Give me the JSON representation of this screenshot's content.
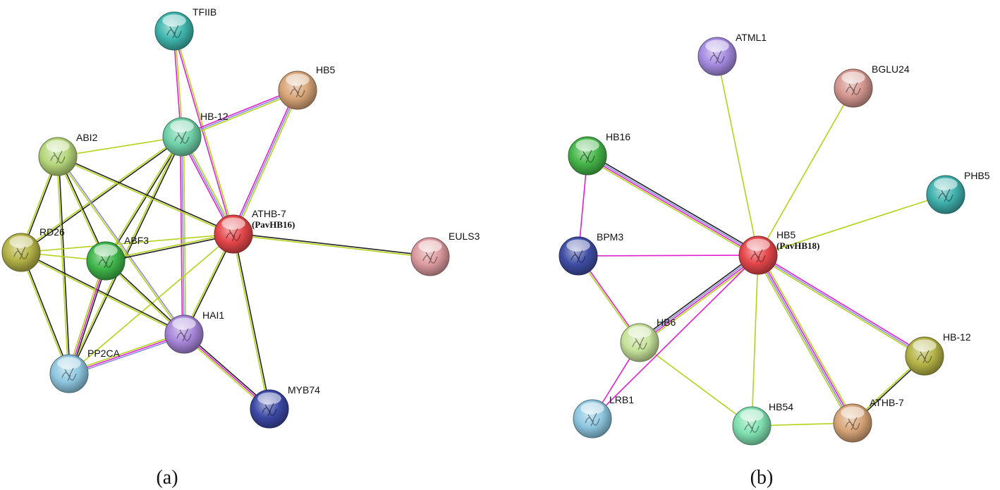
{
  "colors": {
    "coexpression": "#222222",
    "textmining": "#b5d21a",
    "experiments": "#e020d0",
    "database": "#8a8adf"
  },
  "panels": [
    {
      "id": "a",
      "label": "(a)",
      "nodes": [
        {
          "id": "TFIIB",
          "label": "TFIIB",
          "color": "#3fb5ad"
        },
        {
          "id": "HB5",
          "label": "HB5",
          "color": "#d7a477"
        },
        {
          "id": "HB12",
          "label": "HB-12",
          "color": "#6fd0a8"
        },
        {
          "id": "ABI2",
          "label": "ABI2",
          "color": "#b6d67a"
        },
        {
          "id": "ATHB7",
          "label": "ATHB-7",
          "sublabel": "(PavHB16)",
          "color": "#e5464a"
        },
        {
          "id": "RD26",
          "label": "RD26",
          "color": "#b4b347"
        },
        {
          "id": "ABF3",
          "label": "ABF3",
          "color": "#3fb54a"
        },
        {
          "id": "EULS3",
          "label": "EULS3",
          "color": "#dc9a9e"
        },
        {
          "id": "HAI1",
          "label": "HAI1",
          "color": "#a685d8"
        },
        {
          "id": "PP2CA",
          "label": "PP2CA",
          "color": "#8ec7e0"
        },
        {
          "id": "MYB74",
          "label": "MYB74",
          "color": "#3c49a5"
        }
      ],
      "edges": [
        {
          "s": "TFIIB",
          "t": "HB12",
          "types": [
            "textmining",
            "experiments"
          ]
        },
        {
          "s": "TFIIB",
          "t": "ATHB7",
          "types": [
            "textmining",
            "experiments"
          ]
        },
        {
          "s": "HB5",
          "t": "HB12",
          "types": [
            "textmining",
            "database",
            "experiments"
          ]
        },
        {
          "s": "HB5",
          "t": "ATHB7",
          "types": [
            "textmining",
            "database",
            "experiments"
          ]
        },
        {
          "s": "HB12",
          "t": "ATHB7",
          "types": [
            "textmining",
            "database",
            "experiments"
          ]
        },
        {
          "s": "HB12",
          "t": "ABI2",
          "types": [
            "textmining"
          ]
        },
        {
          "s": "HB12",
          "t": "RD26",
          "types": [
            "coexpression",
            "textmining"
          ]
        },
        {
          "s": "HB12",
          "t": "ABF3",
          "types": [
            "coexpression",
            "textmining"
          ]
        },
        {
          "s": "HB12",
          "t": "HAI1",
          "types": [
            "textmining",
            "database",
            "experiments"
          ]
        },
        {
          "s": "HB12",
          "t": "PP2CA",
          "types": [
            "coexpression",
            "textmining"
          ]
        },
        {
          "s": "ABI2",
          "t": "ATHB7",
          "types": [
            "coexpression",
            "textmining"
          ]
        },
        {
          "s": "ABI2",
          "t": "RD26",
          "types": [
            "coexpression",
            "textmining"
          ]
        },
        {
          "s": "ABI2",
          "t": "ABF3",
          "types": [
            "coexpression",
            "textmining"
          ]
        },
        {
          "s": "ABI2",
          "t": "HAI1",
          "types": [
            "database",
            "textmining"
          ]
        },
        {
          "s": "ABI2",
          "t": "PP2CA",
          "types": [
            "coexpression",
            "textmining"
          ]
        },
        {
          "s": "ATHB7",
          "t": "RD26",
          "types": [
            "textmining"
          ]
        },
        {
          "s": "ATHB7",
          "t": "ABF3",
          "types": [
            "coexpression",
            "textmining"
          ]
        },
        {
          "s": "ATHB7",
          "t": "EULS3",
          "types": [
            "coexpression",
            "textmining"
          ]
        },
        {
          "s": "ATHB7",
          "t": "HAI1",
          "types": [
            "coexpression",
            "textmining"
          ]
        },
        {
          "s": "ATHB7",
          "t": "PP2CA",
          "types": [
            "textmining"
          ]
        },
        {
          "s": "ATHB7",
          "t": "MYB74",
          "types": [
            "coexpression",
            "textmining"
          ]
        },
        {
          "s": "RD26",
          "t": "ABF3",
          "types": [
            "textmining"
          ]
        },
        {
          "s": "RD26",
          "t": "HAI1",
          "types": [
            "coexpression",
            "textmining"
          ]
        },
        {
          "s": "RD26",
          "t": "PP2CA",
          "types": [
            "coexpression",
            "textmining"
          ]
        },
        {
          "s": "ABF3",
          "t": "PP2CA",
          "types": [
            "coexpression",
            "experiments",
            "textmining"
          ]
        },
        {
          "s": "ABF3",
          "t": "HAI1",
          "types": [
            "coexpression",
            "textmining"
          ]
        },
        {
          "s": "HAI1",
          "t": "PP2CA",
          "types": [
            "database",
            "experiments",
            "textmining"
          ]
        },
        {
          "s": "HAI1",
          "t": "MYB74",
          "types": [
            "coexpression",
            "experiments",
            "textmining"
          ]
        }
      ]
    },
    {
      "id": "b",
      "label": "(b)",
      "nodes": [
        {
          "id": "ATML1",
          "label": "ATML1",
          "color": "#a58be0"
        },
        {
          "id": "BGLU24",
          "label": "BGLU24",
          "color": "#d4968f"
        },
        {
          "id": "HB16",
          "label": "HB16",
          "color": "#45b548"
        },
        {
          "id": "PHB5",
          "label": "PHB5",
          "color": "#3fb0ac"
        },
        {
          "id": "HB5",
          "label": "HB5",
          "sublabel": "(PavHB18)",
          "color": "#e5464a"
        },
        {
          "id": "BPM3",
          "label": "BPM3",
          "color": "#3f4ea5"
        },
        {
          "id": "HB6",
          "label": "HB6",
          "color": "#c6e29a"
        },
        {
          "id": "HB12",
          "label": "HB-12",
          "color": "#b4b347"
        },
        {
          "id": "LRB1",
          "label": "LRB1",
          "color": "#8ec7e0"
        },
        {
          "id": "HB54",
          "label": "HB54",
          "color": "#7fe0b0"
        },
        {
          "id": "ATHB7",
          "label": "ATHB-7",
          "color": "#d7a477"
        }
      ],
      "edges": [
        {
          "s": "ATML1",
          "t": "HB5",
          "types": [
            "textmining"
          ]
        },
        {
          "s": "BGLU24",
          "t": "HB5",
          "types": [
            "textmining"
          ]
        },
        {
          "s": "PHB5",
          "t": "HB5",
          "types": [
            "textmining"
          ]
        },
        {
          "s": "HB16",
          "t": "HB5",
          "types": [
            "coexpression",
            "database",
            "experiments",
            "textmining"
          ]
        },
        {
          "s": "HB16",
          "t": "BPM3",
          "types": [
            "experiments"
          ]
        },
        {
          "s": "BPM3",
          "t": "HB5",
          "types": [
            "experiments"
          ]
        },
        {
          "s": "BPM3",
          "t": "HB6",
          "types": [
            "experiments",
            "textmining"
          ]
        },
        {
          "s": "HB6",
          "t": "HB5",
          "types": [
            "coexpression",
            "database",
            "experiments",
            "textmining"
          ]
        },
        {
          "s": "HB6",
          "t": "LRB1",
          "types": [
            "experiments"
          ]
        },
        {
          "s": "HB6",
          "t": "HB54",
          "types": [
            "textmining"
          ]
        },
        {
          "s": "LRB1",
          "t": "HB5",
          "types": [
            "experiments"
          ]
        },
        {
          "s": "HB54",
          "t": "HB5",
          "types": [
            "textmining"
          ]
        },
        {
          "s": "HB54",
          "t": "ATHB7",
          "types": [
            "textmining"
          ]
        },
        {
          "s": "HB12",
          "t": "HB5",
          "types": [
            "textmining",
            "database",
            "experiments"
          ]
        },
        {
          "s": "HB12",
          "t": "ATHB7",
          "types": [
            "coexpression",
            "textmining"
          ]
        },
        {
          "s": "ATHB7",
          "t": "HB5",
          "types": [
            "textmining",
            "database",
            "experiments",
            "textmining"
          ]
        }
      ]
    }
  ]
}
